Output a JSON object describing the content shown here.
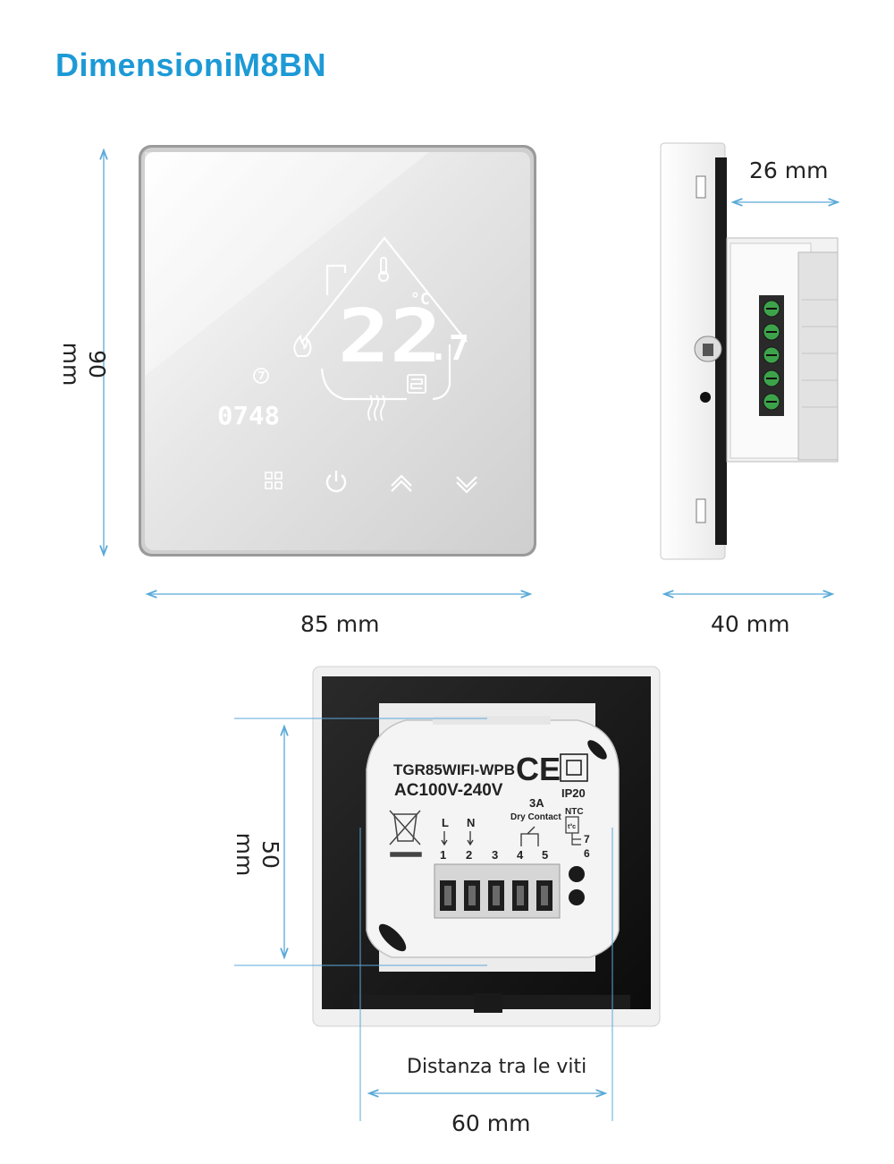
{
  "title": "DimensioniM8BN",
  "dimensions": {
    "height_front": "90 mm",
    "width_front": "85 mm",
    "depth_body": "26 mm",
    "depth_total": "40 mm",
    "screw_height": "50 mm",
    "screw_distance_label": "Distanza tra le viti",
    "screw_width": "60 mm"
  },
  "display": {
    "temperature": "22.7",
    "unit": "°C",
    "clock": "0748"
  },
  "back_label": {
    "model": "TGR85WIFI-WPB",
    "ce": "CE",
    "voltage": "AC100V-240V",
    "ip": "IP20",
    "current": "3A",
    "contact": "Dry Contact",
    "ntc": "NTC",
    "terminal_L": "L",
    "terminal_N": "N",
    "terminals": [
      "1",
      "2",
      "3",
      "4",
      "5"
    ],
    "ntc_terminals": [
      "7",
      "6"
    ],
    "ntc_symbol": "t°c"
  },
  "colors": {
    "accent": "#1d9ad6",
    "dimension_line": "#5aa9d8"
  },
  "icons": [
    "thermometer-icon",
    "flame-icon",
    "clock-icon",
    "heating-icon",
    "menu-icon",
    "power-icon",
    "chevron-up-icon",
    "chevron-down-icon",
    "waste-bin-icon",
    "double-insulation-icon"
  ]
}
